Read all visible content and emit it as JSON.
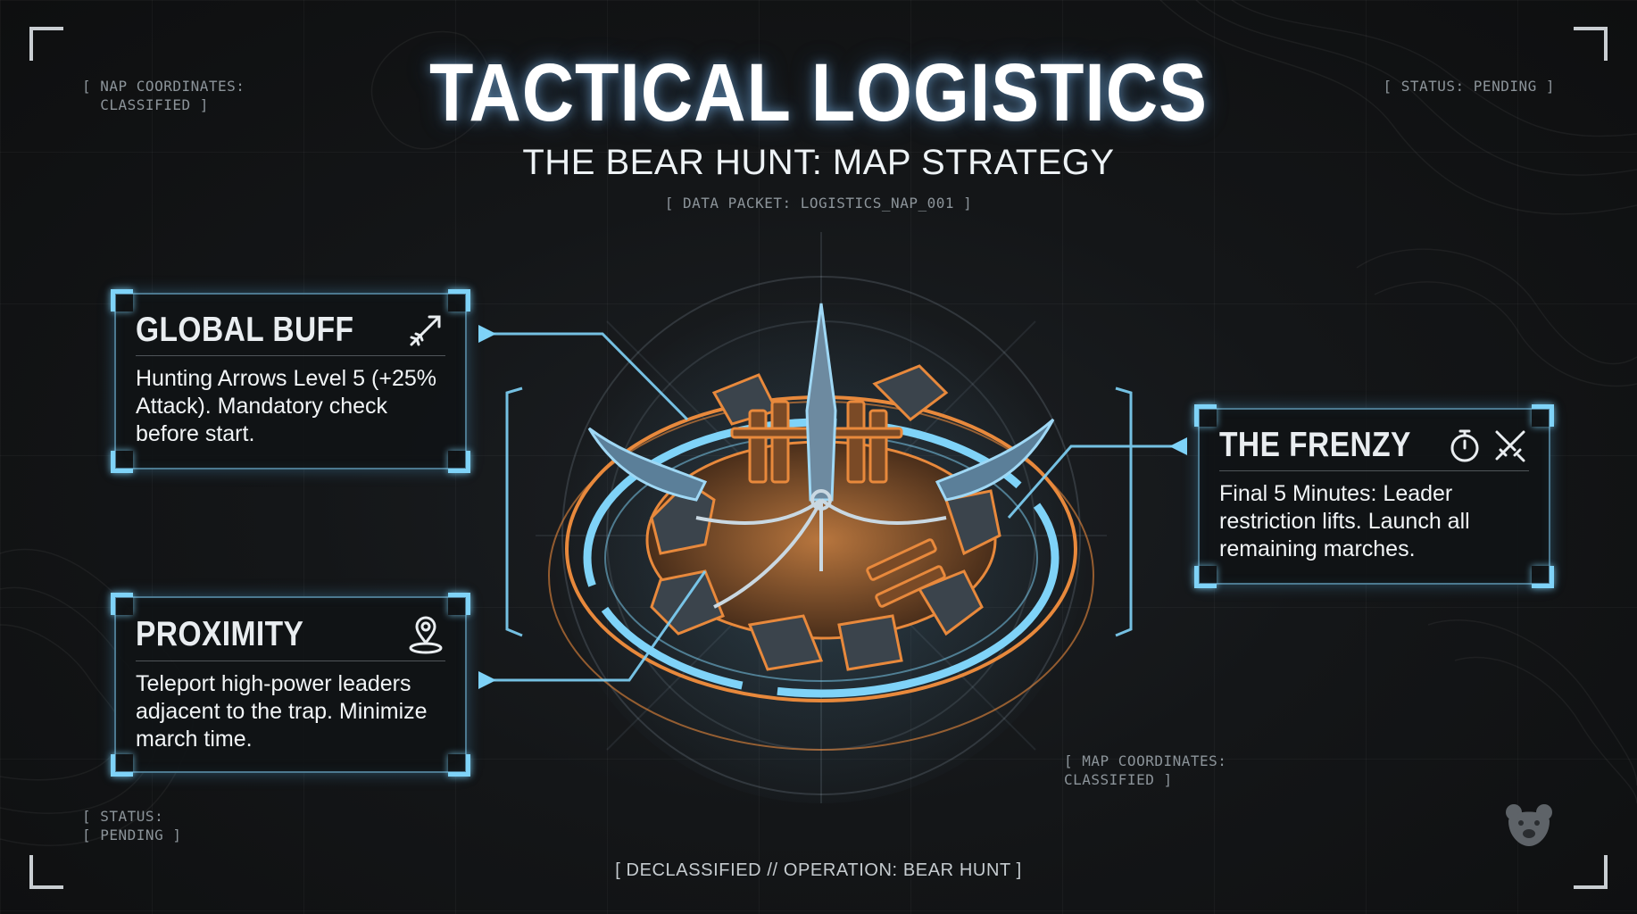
{
  "header": {
    "title": "TACTICAL LOGISTICS",
    "subtitle": "THE BEAR HUNT: MAP STRATEGY",
    "packet": "[ DATA PACKET: LOGISTICS_NAP_001 ]"
  },
  "labels": {
    "top_left": "[ NAP COORDINATES:\n  CLASSIFIED ]",
    "top_right": "[ STATUS: PENDING ]",
    "mid_right": "[ MAP COORDINATES:\nCLASSIFIED ]",
    "bottom_left": "[ STATUS:\n[ PENDING ]"
  },
  "cards": {
    "global_buff": {
      "title": "GLOBAL BUFF",
      "body": "Hunting Arrows Level 5 (+25% Attack). Mandatory check before start.",
      "icon": "arrow-icon"
    },
    "proximity": {
      "title": "PROXIMITY",
      "body": "Teleport high-power leaders adjacent to the trap. Minimize march time.",
      "icon": "location-pin-icon"
    },
    "frenzy": {
      "title": "THE FRENZY",
      "body": "Final 5 Minutes: Leader restriction lifts. Launch all remaining marches.",
      "icons": [
        "stopwatch-icon",
        "crossed-swords-icon"
      ]
    }
  },
  "footer": "[ DECLASSIFIED // OPERATION: BEAR HUNT ]",
  "colors": {
    "accent_cyan": "#7fd3f8",
    "accent_orange": "#e8893c",
    "background": "#121416",
    "text": "#f2f5f7"
  }
}
